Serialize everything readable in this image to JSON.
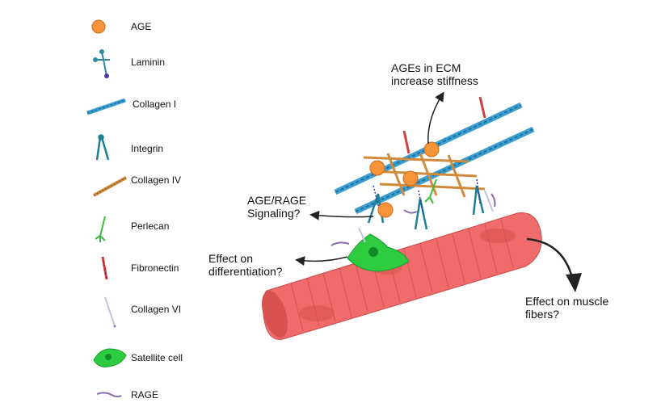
{
  "legend": {
    "items": [
      {
        "label": "AGE",
        "icon": "age-circle-icon",
        "color": "#f7943a"
      },
      {
        "label": "Laminin",
        "icon": "laminin-icon",
        "color": "#2a8da0"
      },
      {
        "label": "Collagen I",
        "icon": "collagen-i-icon",
        "color": "#3a9fd0"
      },
      {
        "label": "Integrin",
        "icon": "integrin-icon",
        "color": "#1e7f95"
      },
      {
        "label": "Collagen IV",
        "icon": "collagen-iv-icon",
        "color": "#d08a3a"
      },
      {
        "label": "Perlecan",
        "icon": "perlecan-icon",
        "color": "#3dbb3d"
      },
      {
        "label": "Fibronectin",
        "icon": "fibronectin-icon",
        "color": "#d04040"
      },
      {
        "label": "Collagen VI",
        "icon": "collagen-vi-icon",
        "color": "#8a7ac0"
      },
      {
        "label": "Satellite cell",
        "icon": "satellite-cell-icon",
        "color": "#2ecc40"
      },
      {
        "label": "RAGE",
        "icon": "rage-icon",
        "color": "#8a6cb0"
      }
    ]
  },
  "annotations": {
    "ages_stiffness": "AGEs in ECM\nincrease stiffness",
    "age_rage": "AGE/RAGE\nSignaling?",
    "differentiation": "Effect on\ndifferentiation?",
    "muscle": "Effect on muscle\nfibers?"
  },
  "colors": {
    "muscle_fiber": "#f06b6b",
    "muscle_stripe": "#c84a4a",
    "age": "#f7943a",
    "collagen_i": "#3a9fd0",
    "collagen_iv": "#d08a3a",
    "satellite_cell": "#2ecc40"
  }
}
